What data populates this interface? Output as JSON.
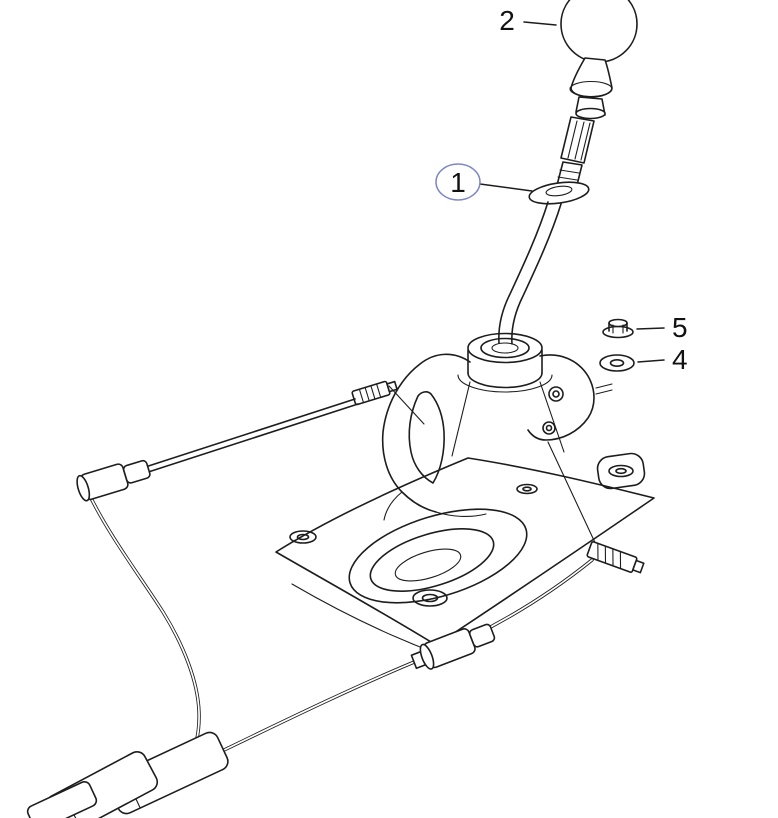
{
  "diagram": {
    "callouts": [
      {
        "label": "2",
        "highlighted": false
      },
      {
        "label": "1",
        "highlighted": true
      },
      {
        "label": "5",
        "highlighted": false
      },
      {
        "label": "4",
        "highlighted": false
      }
    ],
    "highlight": {
      "fill": "#b6bfe8",
      "stroke": "#7e88c6"
    }
  }
}
